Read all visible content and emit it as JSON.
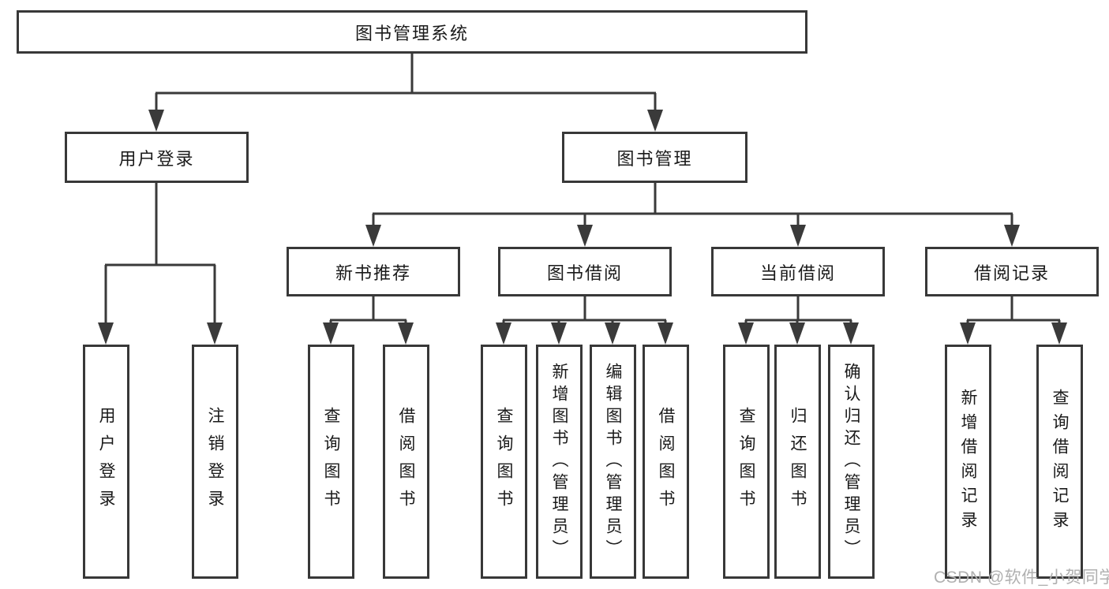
{
  "colors": {
    "background": "#ffffff",
    "line": "#3a3a3a",
    "box_border": "#383838",
    "text": "#1a1a1a",
    "watermark": "#b0b0b0"
  },
  "tree": {
    "root": "图书管理系统",
    "children": [
      {
        "label": "用户登录",
        "children": [
          "用户登录",
          "注销登录"
        ]
      },
      {
        "label": "图书管理",
        "children": [
          {
            "label": "新书推荐",
            "children": [
              "查询图书",
              "借阅图书"
            ]
          },
          {
            "label": "图书借阅",
            "children": [
              "查询图书",
              "新增图书（管理员）",
              "编辑图书（管理员）",
              "借阅图书"
            ]
          },
          {
            "label": "当前借阅",
            "children": [
              "查询图书",
              "归还图书",
              "确认归还（管理员）"
            ]
          },
          {
            "label": "借阅记录",
            "children": [
              "新增借阅记录",
              "查询借阅记录"
            ]
          }
        ]
      }
    ]
  },
  "watermark": {
    "text": "CSDN @软件_小贺同学"
  }
}
